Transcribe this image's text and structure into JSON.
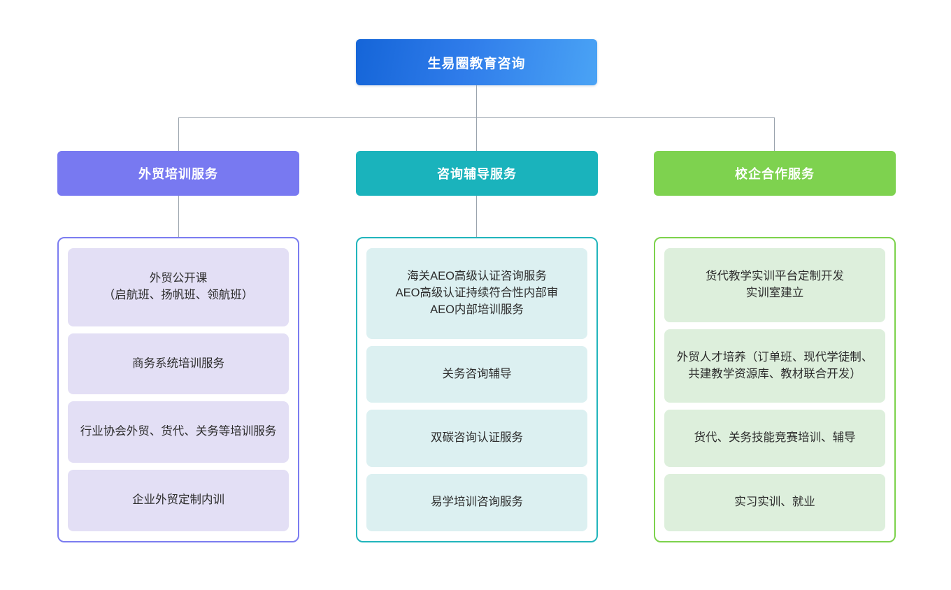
{
  "chart_data": {
    "type": "diagram",
    "subtype": "organization-tree",
    "title": "生易圈教育咨询",
    "orientation": "top-down",
    "levels": 3,
    "root": {
      "label": "生易圈教育咨询",
      "color": "#2f7cea"
    },
    "branches": [
      {
        "label": "外贸培训服务",
        "color": "#7879f1",
        "card_color": "#e3dff5",
        "children": [
          "外贸公开课\n（启航班、扬帆班、领航班）",
          "商务系统培训服务",
          "行业协会外贸、货代、关务等培训服务",
          "企业外贸定制内训"
        ]
      },
      {
        "label": "咨询辅导服务",
        "color": "#1ab3bc",
        "card_color": "#dcf0f1",
        "children": [
          "海关AEO高级认证咨询服务\nAEO高级认证持续符合性内部审\nAEO内部培训服务",
          "关务咨询辅导",
          "双碳咨询认证服务",
          "易学培训咨询服务"
        ]
      },
      {
        "label": "校企合作服务",
        "color": "#7ed24f",
        "card_color": "#ddefdc",
        "children": [
          "货代教学实训平台定制开发\n实训室建立",
          "外贸人才培养（订单班、现代学徒制、共建教学资源库、教材联合开发）",
          "货代、关务技能竞赛培训、辅导",
          "实习实训、就业"
        ]
      }
    ],
    "connector_color": "#9aa3ad"
  }
}
